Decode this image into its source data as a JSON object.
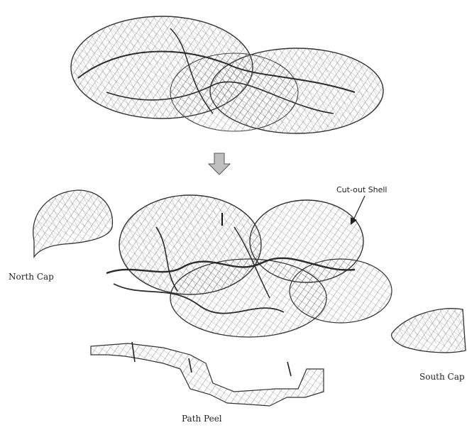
{
  "labels": {
    "cutout_shell": "Cut-out Shell",
    "north_cap": "North Cap",
    "south_cap": "South Cap",
    "path_peel": "Path Peel"
  },
  "colors": {
    "mesh": "#3a3a3a",
    "mesh_light": "#6a6a6a",
    "path_curve": "#2a2a2a",
    "arrow_fill": "#bfbfbf",
    "arrow_stroke": "#555555",
    "background": "#ffffff"
  },
  "icons": {
    "down_arrow": "down-arrow-icon",
    "pointer_arrow": "pointer-arrow-icon"
  }
}
